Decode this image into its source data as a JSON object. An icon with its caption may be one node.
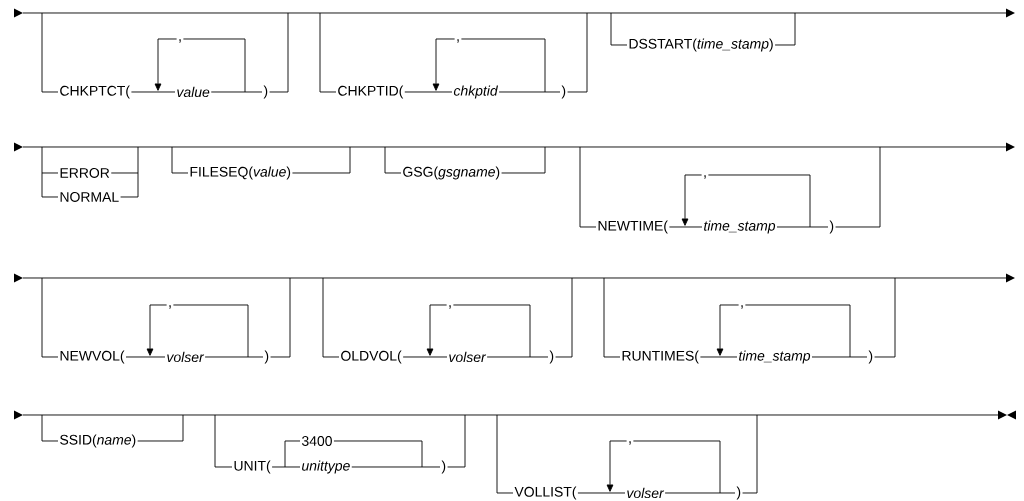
{
  "diagram": {
    "labels": [
      ",",
      "CHKPTCT(",
      "value",
      ")",
      ",",
      "CHKPTID(",
      "chkptid",
      ")",
      "DSSTART(*time_stamp*)",
      "ERROR",
      "NORMAL",
      "FILESEQ(*value*)",
      "GSG(*gsgname*)",
      ",",
      "NEWTIME(",
      "time_stamp",
      ")",
      ",",
      "NEWVOL(",
      "volser",
      ")",
      ",",
      "OLDVOL(",
      "volser",
      ")",
      ",",
      "RUNTIMES(",
      "time_stamp",
      ")",
      "SSID(*name*)",
      "UNIT(",
      "3400",
      "unittype",
      ")",
      ",",
      "VOLLIST(",
      "volser",
      ")"
    ]
  }
}
